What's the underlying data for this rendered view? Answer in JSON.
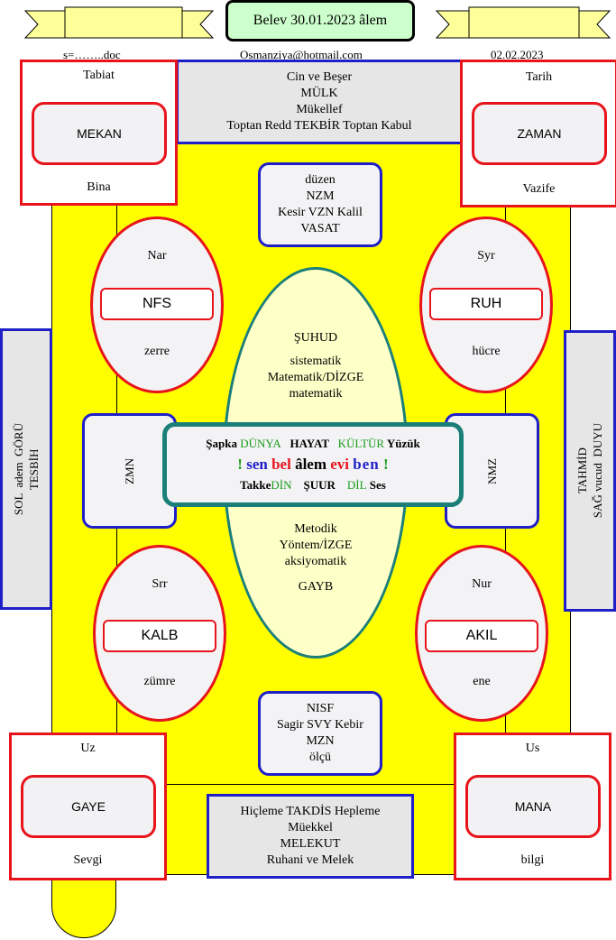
{
  "header": {
    "title": "Belev 30.01.2023 âlem",
    "left_meta": "s=……..doc",
    "email": "Osmanziya@hotmail.com",
    "date": "02.02.2023"
  },
  "top_center": {
    "lines": [
      "Cin ve Beşer",
      "MÜLK",
      "Mükellef",
      "Toptan Redd TEKBİR Toptan Kabul"
    ]
  },
  "bottom_center": {
    "lines": [
      "Hiçleme TAKDİS Hepleme",
      "Müekkel",
      "MELEKUT",
      "Ruhani ve Melek"
    ]
  },
  "corners": {
    "top_left": {
      "top": "Tabiat",
      "center": "MEKAN",
      "bottom": "Bina"
    },
    "top_right": {
      "top": "Tarih",
      "center": "ZAMAN",
      "bottom": "Vazife"
    },
    "bottom_left": {
      "top": "Uz",
      "center": "GAYE",
      "bottom": "Sevgi"
    },
    "bottom_right": {
      "top": "Us",
      "center": "MANA",
      "bottom": "bilgi"
    }
  },
  "upper_box": {
    "lines": [
      "düzen",
      "NZM",
      "Kesir VZN Kalil",
      "VASAT"
    ]
  },
  "lower_box": {
    "lines": [
      "NISF",
      "Sagir SVY Kebir",
      "MZN",
      "ölçü"
    ]
  },
  "ellipses": {
    "nfs": {
      "top": "Nar",
      "center": "NFS",
      "bottom": "zerre"
    },
    "ruh": {
      "top": "Syr",
      "center": "RUH",
      "bottom": "hücre"
    },
    "kalb": {
      "top": "Srr",
      "center": "KALB",
      "bottom": "zümre"
    },
    "akil": {
      "top": "Nur",
      "center": "AKIL",
      "bottom": "ene"
    }
  },
  "center_oval": {
    "top_lines": [
      "ŞUHUD",
      "",
      "sistematik",
      "Matematik/DİZGE",
      "matematik"
    ],
    "bottom_lines": [
      "Metodik",
      "Yöntem/İZGE",
      "aksiyomatik",
      "",
      "GAYB"
    ]
  },
  "center_box": {
    "row1": [
      "Şapka",
      "DÜNYA",
      "HAYAT",
      "KÜLTÜR",
      "Yüzük"
    ],
    "row2": [
      "!",
      "sen",
      "bel",
      "âlem",
      "evi",
      "ben",
      "!"
    ],
    "row3": [
      "Takke",
      "DİN",
      "ŞUUR",
      "DİL",
      "Ses"
    ]
  },
  "side_small": {
    "left": "ZMN",
    "right": "NMZ"
  },
  "side_panels": {
    "left": {
      "lines": [
        "SOL  adem  GÖRÜ",
        "TESBİH"
      ]
    },
    "right": {
      "lines": [
        "TAHMİD",
        "SAĞ vucud  DUYU"
      ]
    }
  },
  "colors": {
    "yellow": "#ffff00",
    "red": "#e8141b",
    "blue": "#1f1fc8",
    "teal": "#1b7f79",
    "green": "#1a9a1a",
    "title_bg": "#ccffcc",
    "ribbon": "#ffff99",
    "oval": "#ffffc8",
    "grey": "#e6e6e6"
  }
}
